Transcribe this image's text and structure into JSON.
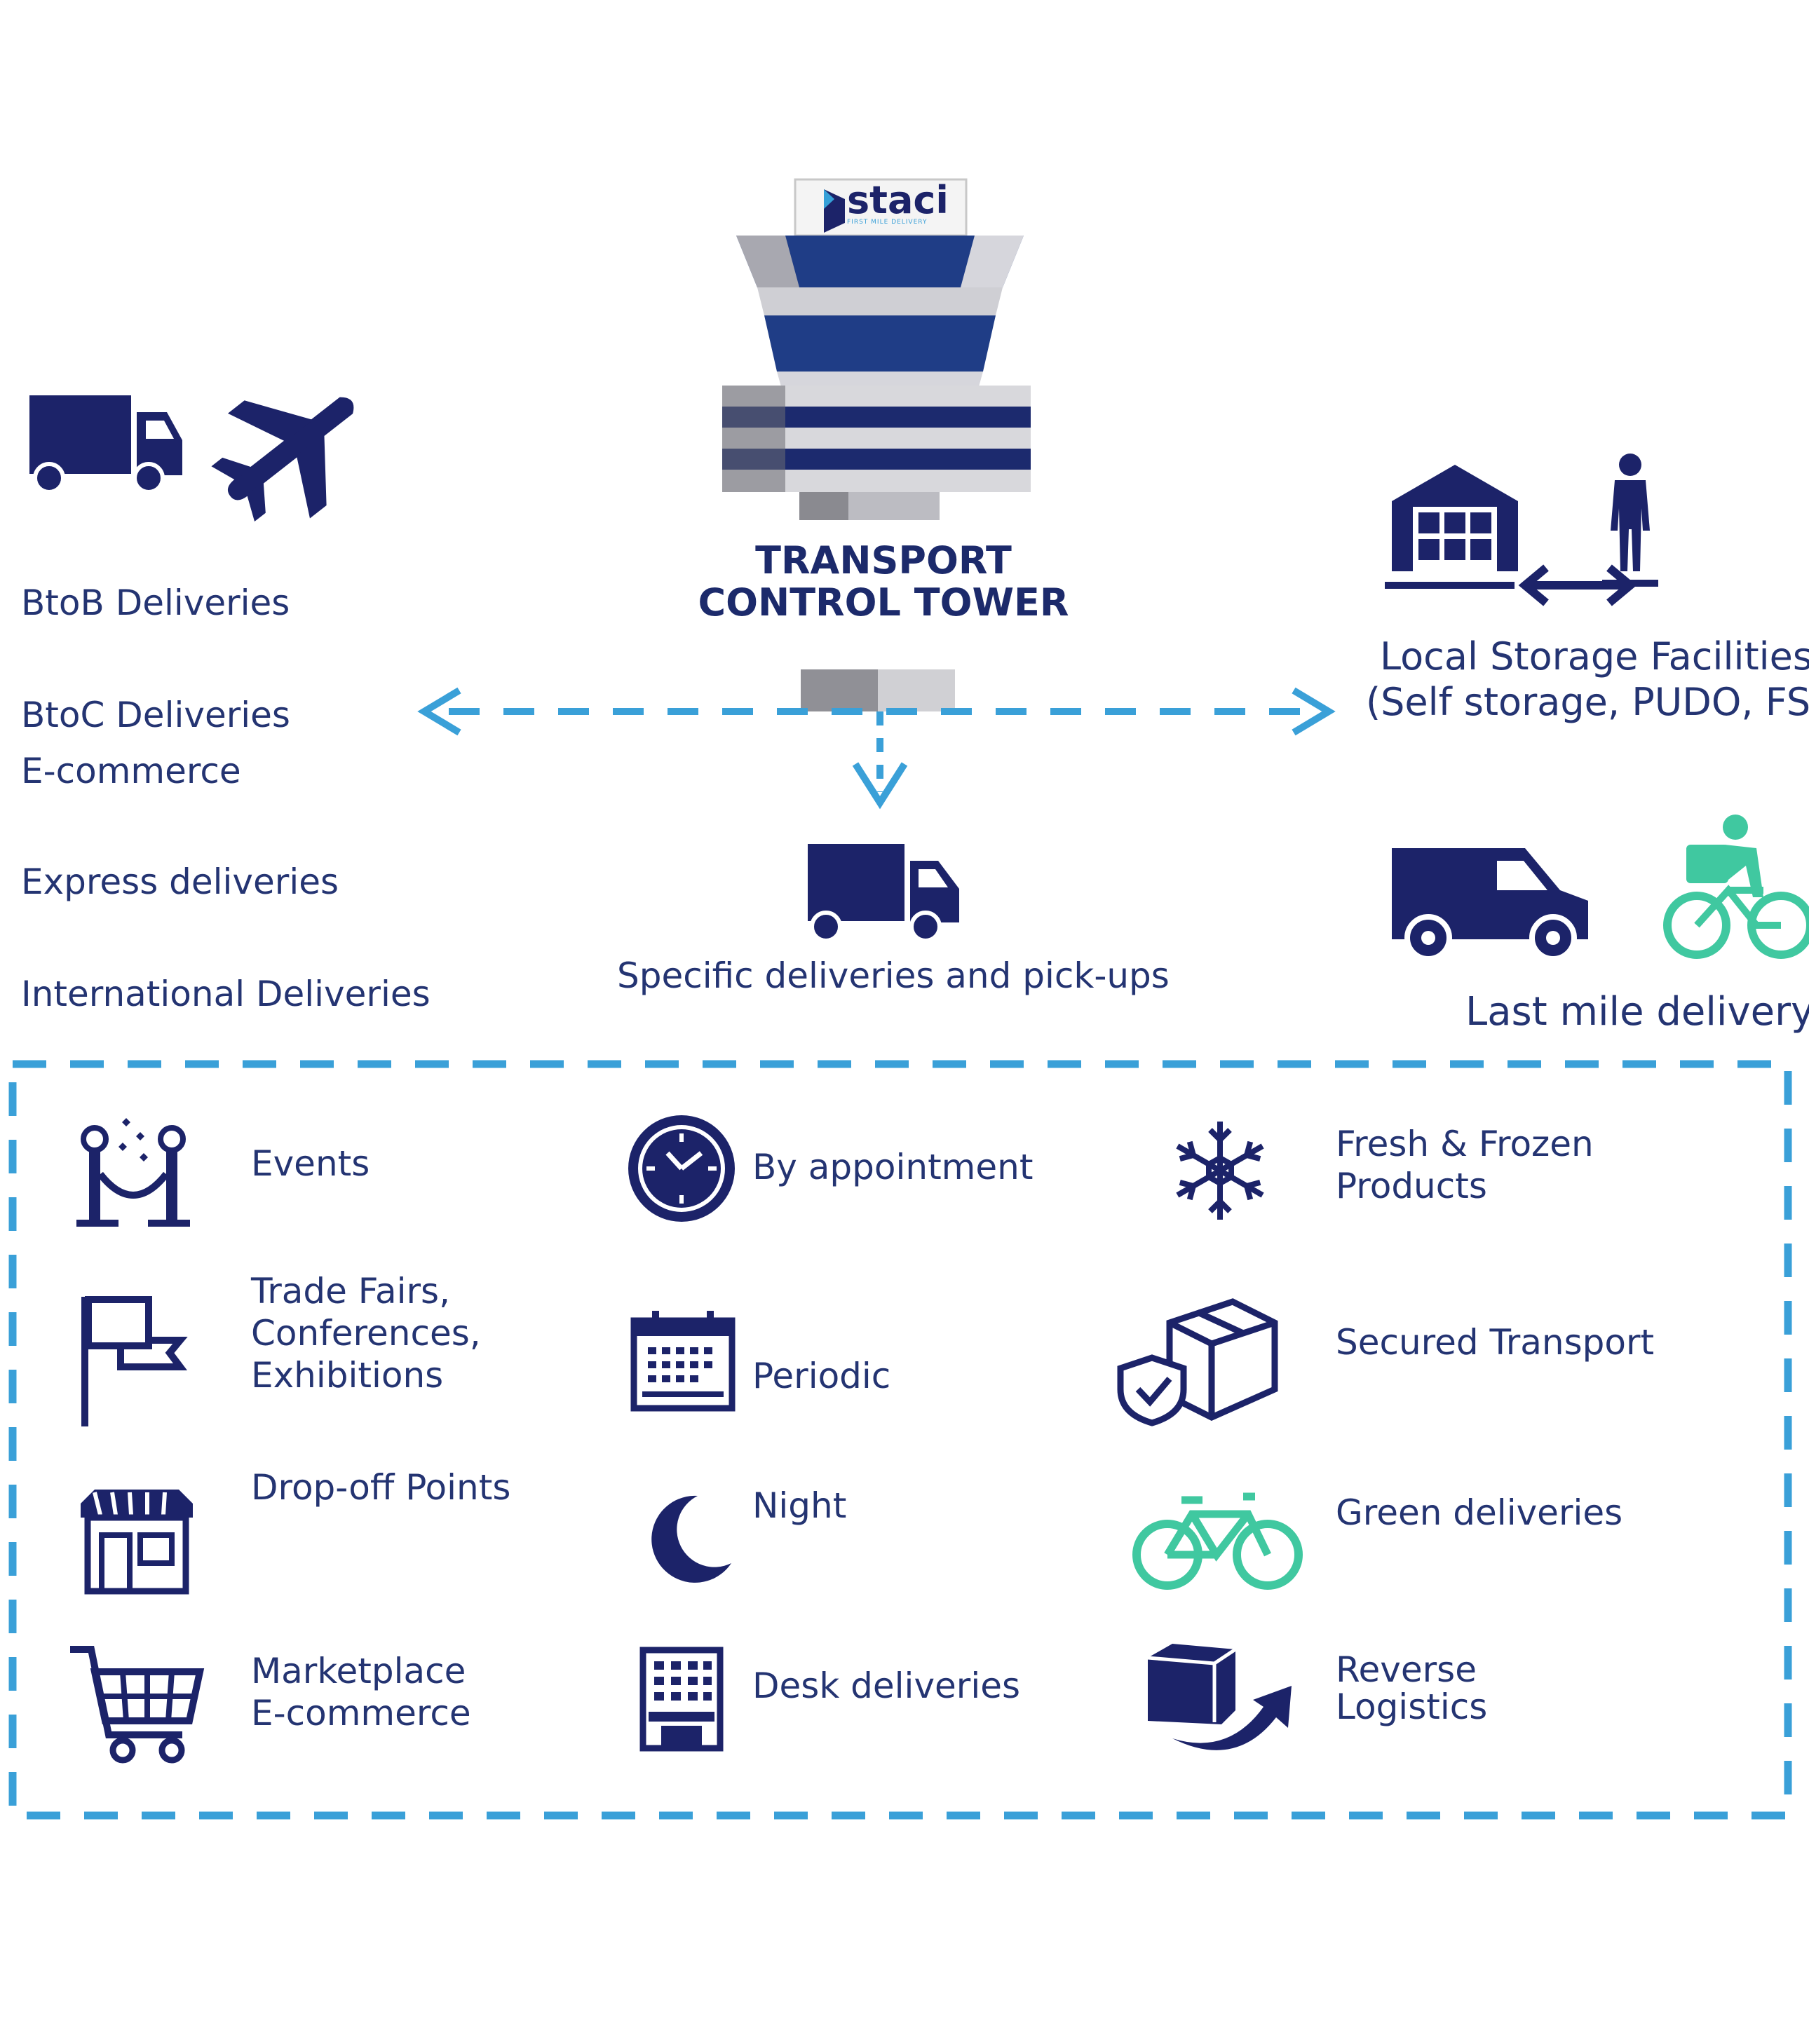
{
  "tower": {
    "logo_text": "staci",
    "logo_tagline": "FIRST MILE DELIVERY",
    "title_line1": "TRANSPORT",
    "title_line2": "CONTROL TOWER"
  },
  "left_column": {
    "items": [
      "BtoB Deliveries",
      "BtoC Deliveries",
      "E-commerce",
      "Express deliveries",
      "International Deliveries"
    ]
  },
  "center": {
    "label": "Specific deliveries and pick-ups"
  },
  "right_column": {
    "storage_line1": "Local Storage Facilities",
    "storage_line2": "(Self storage, PUDO, FSL",
    "last_mile": "Last mile delivery"
  },
  "services": {
    "col1": [
      {
        "icon": "event-rope-icon",
        "line1": "Events",
        "line2": "",
        "line3": ""
      },
      {
        "icon": "flag-icon",
        "line1": "Trade Fairs,",
        "line2": "Conferences,",
        "line3": "Exhibitions"
      },
      {
        "icon": "shop-icon",
        "line1": "Drop-off Points",
        "line2": "",
        "line3": ""
      },
      {
        "icon": "cart-icon",
        "line1": "Marketplace",
        "line2": "E-commerce",
        "line3": ""
      }
    ],
    "col2": [
      {
        "icon": "clock-icon",
        "line1": "By appointment"
      },
      {
        "icon": "calendar-icon",
        "line1": "Periodic"
      },
      {
        "icon": "moon-icon",
        "line1": "Night"
      },
      {
        "icon": "building-icon",
        "line1": "Desk deliveries"
      }
    ],
    "col3": [
      {
        "icon": "snowflake-icon",
        "line1": "Fresh & Frozen",
        "line2": "Products"
      },
      {
        "icon": "secured-box-icon",
        "line1": "Secured Transport",
        "line2": ""
      },
      {
        "icon": "bicycle-icon",
        "line1": "Green deliveries",
        "line2": ""
      },
      {
        "icon": "reverse-box-icon",
        "line1": "Reverse",
        "line2": "Logistics"
      }
    ]
  },
  "colors": {
    "navy": "#1c2369",
    "dash_blue": "#3aa0d8",
    "green": "#40c8a0",
    "text": "#243472"
  }
}
